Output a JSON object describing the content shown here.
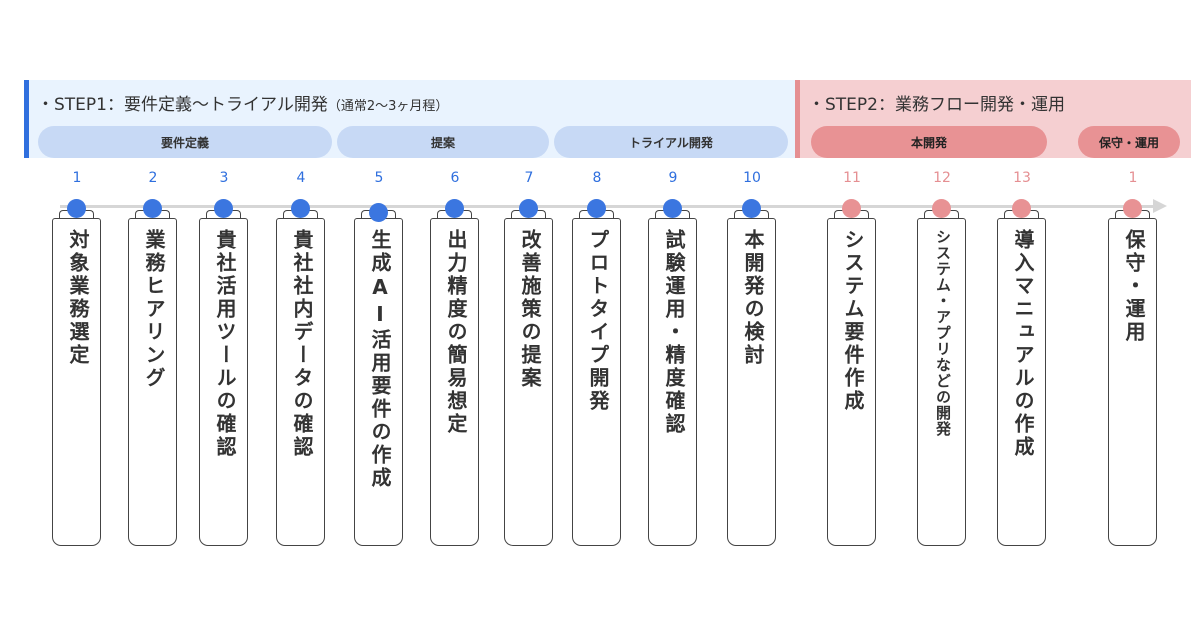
{
  "step1": {
    "title": "・STEP1：要件定義〜トライアル開発",
    "subtitle": "（通常2〜3ヶ月程）",
    "accent": "#2f6fde",
    "phases": [
      "要件定義",
      "提案",
      "トライアル開発"
    ]
  },
  "step2": {
    "title": "・STEP2：業務フロー開発・運用",
    "accent": "#e58f92",
    "phases": [
      "本開発",
      "保守・運用"
    ]
  },
  "steps": [
    {
      "num": "1",
      "label": "対象業務選定",
      "group": "blue"
    },
    {
      "num": "2",
      "label": "業務ヒアリング",
      "group": "blue"
    },
    {
      "num": "3",
      "label": "貴社活用ツールの確認",
      "group": "blue"
    },
    {
      "num": "4",
      "label": "貴社社内データの確認",
      "group": "blue"
    },
    {
      "num": "5",
      "label": "生成AI活用要件の作成",
      "group": "blue"
    },
    {
      "num": "6",
      "label": "出力精度の簡易想定",
      "group": "blue"
    },
    {
      "num": "7",
      "label": "改善施策の提案",
      "group": "blue"
    },
    {
      "num": "8",
      "label": "プロトタイプ開発",
      "group": "blue"
    },
    {
      "num": "9",
      "label": "試験運用・精度確認",
      "group": "blue"
    },
    {
      "num": "10",
      "label": "本開発の検討",
      "group": "blue"
    },
    {
      "num": "11",
      "label": "システム要件作成",
      "group": "red"
    },
    {
      "num": "12",
      "label": "システム・アプリなどの開発",
      "group": "red"
    },
    {
      "num": "13",
      "label": "導入マニュアルの作成",
      "group": "red"
    },
    {
      "num": "1",
      "label": "保守・運用",
      "group": "red"
    }
  ]
}
